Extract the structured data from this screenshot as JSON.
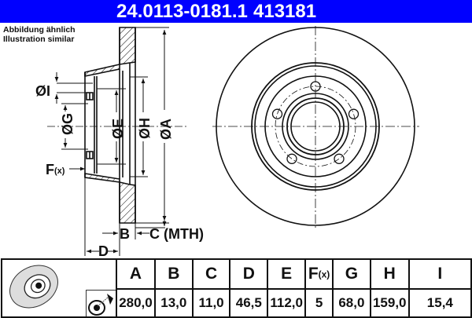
{
  "header": {
    "part_number": "24.0113-0181.1",
    "reference": "413181",
    "background_color": "#0000ff"
  },
  "note": {
    "line1": "Abbildung ähnlich",
    "line2": "Illustration similar"
  },
  "drawing_labels": {
    "dia_I": "ØI",
    "dia_G": "ØG",
    "dia_E": "ØE",
    "dia_H": "ØH",
    "dia_A": "ØA",
    "F": "F",
    "F_sub": "(x)",
    "B": "B",
    "C": "C (MTH)",
    "D": "D"
  },
  "icons": {
    "disc_thumbnail": "brake-disc-icon",
    "spray_icon": "spray-cleaning-icon"
  },
  "table": {
    "columns": [
      {
        "key": "A",
        "label": "A",
        "value": "280,0"
      },
      {
        "key": "B",
        "label": "B",
        "value": "13,0"
      },
      {
        "key": "C",
        "label": "C",
        "value": "11,0"
      },
      {
        "key": "D",
        "label": "D",
        "value": "46,5"
      },
      {
        "key": "E",
        "label": "E",
        "value": "112,0"
      },
      {
        "key": "F",
        "label": "F",
        "label_sub": "(x)",
        "value": "5"
      },
      {
        "key": "G",
        "label": "G",
        "value": "68,0"
      },
      {
        "key": "H",
        "label": "H",
        "value": "159,0"
      },
      {
        "key": "I",
        "label": "I",
        "value": "15,4"
      }
    ]
  }
}
